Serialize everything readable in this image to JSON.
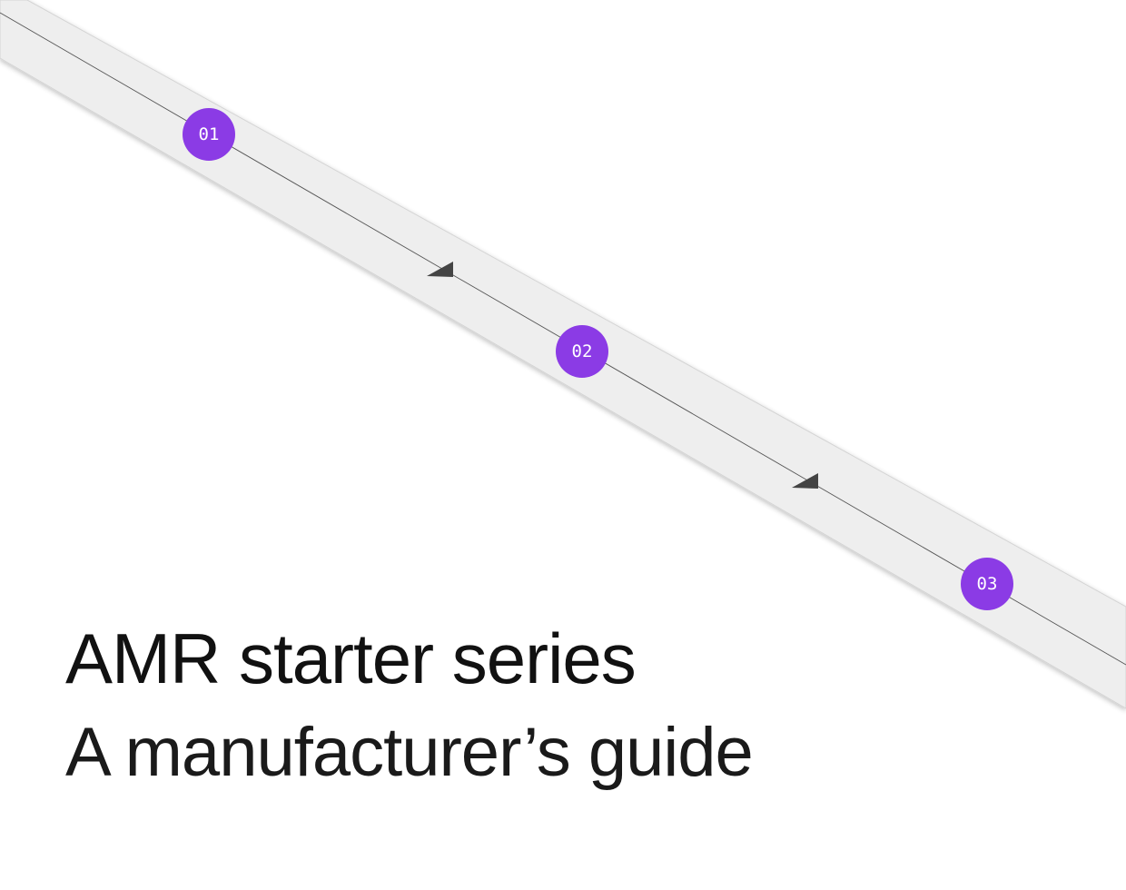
{
  "title": "AMR starter series",
  "subtitle": "A manufacturer’s guide",
  "route": {
    "markers": [
      {
        "label": "01"
      },
      {
        "label": "02"
      },
      {
        "label": "03"
      }
    ]
  },
  "colors": {
    "marker": "#8b3be5",
    "track": "#eeeeee",
    "track_edge": "#d4d4d4",
    "path_line": "#555555",
    "arrow": "#444444",
    "text": "#111111"
  }
}
